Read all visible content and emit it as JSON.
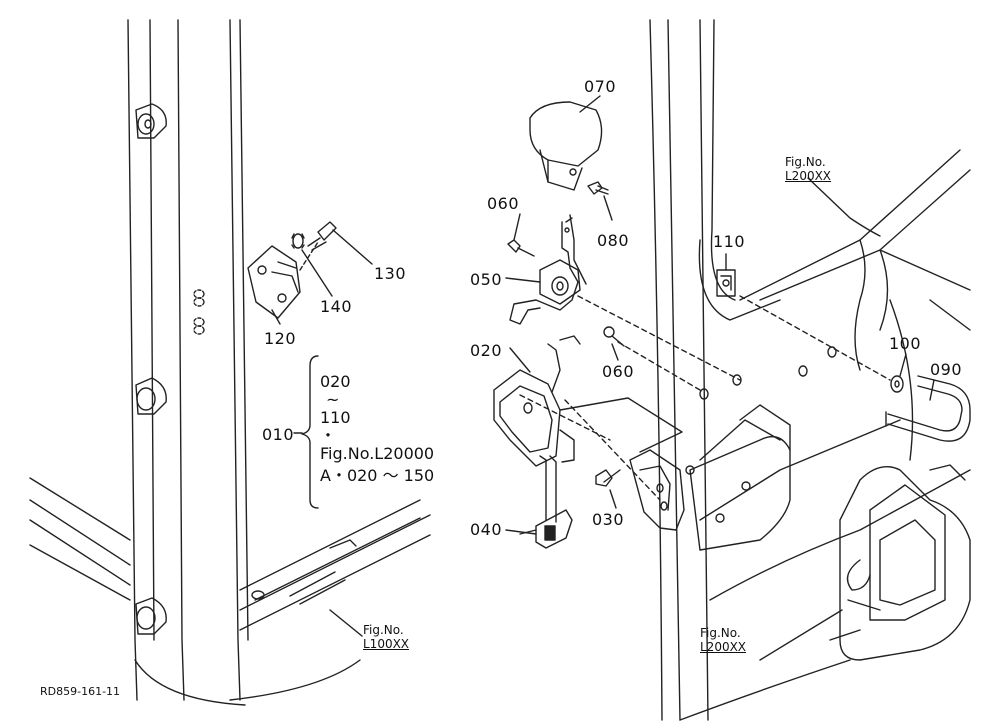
{
  "parts": {
    "p070": "070",
    "p080": "080",
    "p060a": "060",
    "p050": "050",
    "p020": "020",
    "p060b": "060",
    "p040": "040",
    "p030": "030",
    "p110": "110",
    "p100": "100",
    "p090": "090",
    "p130": "130",
    "p140": "140",
    "p120": "120",
    "p010": "010"
  },
  "group": {
    "line1": "020",
    "line2": "~",
    "line3": "110",
    "line4": "・",
    "line5": "Fig.No.L20000",
    "line6": "A・020 ～ 150"
  },
  "refs": {
    "top_right": {
      "line1": "Fig.No.",
      "line2": "L200XX"
    },
    "bottom_left": {
      "line1": "Fig.No.",
      "line2": "L100XX"
    },
    "bottom_right": {
      "line1": "Fig.No.",
      "line2": "L200XX"
    }
  },
  "drawing_code": "RD859-161-11"
}
